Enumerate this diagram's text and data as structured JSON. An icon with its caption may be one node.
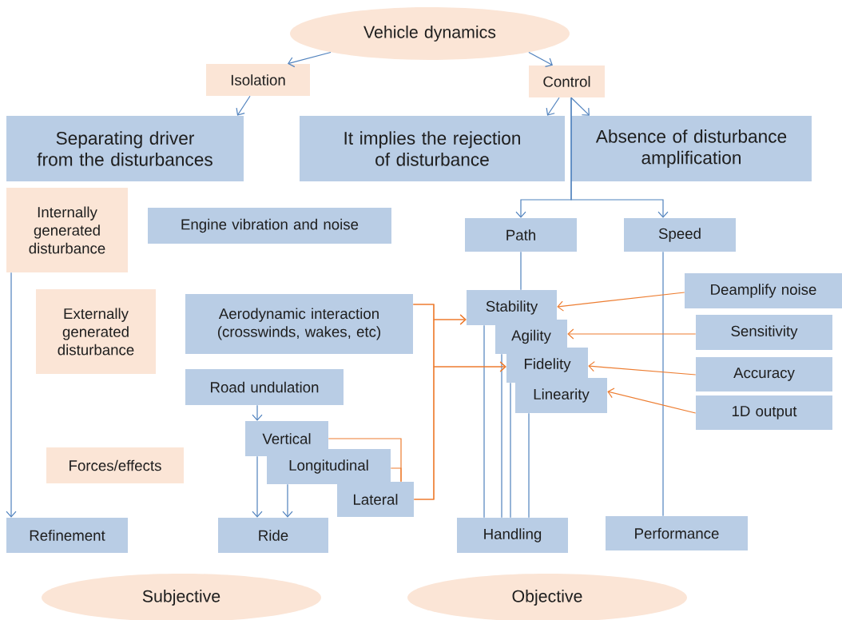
{
  "diagram": {
    "nodes": [
      {
        "text": [
          "Vehicle dynamics"
        ]
      },
      {
        "text": [
          "Isolation"
        ]
      },
      {
        "text": [
          "Control"
        ]
      },
      {
        "text": [
          "Separating driver from the disturbances"
        ]
      },
      {
        "text": [
          "It implies the rejection of disturbance"
        ]
      },
      {
        "text": [
          "Absence of disturbance amplification"
        ]
      },
      {
        "text": [
          "Internally generated disturbance"
        ]
      },
      {
        "text": [
          "Engine vibration and noise"
        ]
      },
      {
        "text": [
          "Path"
        ]
      },
      {
        "text": [
          "Speed"
        ]
      },
      {
        "text": [
          "Externally generated disturbance"
        ]
      },
      {
        "text": [
          "Aerodynamic interaction (crosswinds, wakes, etc)"
        ]
      },
      {
        "text": [
          "Stability"
        ]
      },
      {
        "text": [
          "Deamplify noise"
        ]
      },
      {
        "text": [
          "Agility"
        ]
      },
      {
        "text": [
          "Sensitivity"
        ]
      },
      {
        "text": [
          "Fidelity"
        ]
      },
      {
        "text": [
          "Accuracy"
        ]
      },
      {
        "text": [
          "Road undulation"
        ]
      },
      {
        "text": [
          "Linearity"
        ]
      },
      {
        "text": [
          "1D output"
        ]
      },
      {
        "text": [
          "Vertical"
        ]
      },
      {
        "text": [
          "Forces/effects"
        ]
      },
      {
        "text": [
          "Longitudinal"
        ]
      },
      {
        "text": [
          "Lateral"
        ]
      },
      {
        "text": [
          "Refinement"
        ]
      },
      {
        "text": [
          "Ride"
        ]
      },
      {
        "text": [
          "Handling"
        ]
      },
      {
        "text": [
          "Performance"
        ]
      },
      {
        "text": [
          "Subjective"
        ]
      },
      {
        "text": [
          "Objective"
        ]
      }
    ],
    "edges": [
      {
        "from": 0,
        "to": 1,
        "arrow": "to"
      },
      {
        "from": 0,
        "to": 2,
        "arrow": "to"
      },
      {
        "from": 1,
        "to": 3,
        "arrow": "to"
      },
      {
        "from": 2,
        "to": 4,
        "arrow": "to"
      },
      {
        "from": 2,
        "to": 5,
        "arrow": "to"
      },
      {
        "from": 2,
        "to": 8,
        "arrow": "to"
      },
      {
        "from": 2,
        "to": 9,
        "arrow": "to"
      },
      {
        "from": 6,
        "to": 25,
        "arrow": "to"
      },
      {
        "from": 8,
        "to": 12,
        "arrow": "none"
      },
      {
        "from": 9,
        "to": 28,
        "arrow": "none"
      },
      {
        "from": 13,
        "to": 12,
        "arrow": "to",
        "color": "#ed7d31"
      },
      {
        "from": 15,
        "to": 14,
        "arrow": "to",
        "color": "#ed7d31"
      },
      {
        "from": 17,
        "to": 16,
        "arrow": "to",
        "color": "#ed7d31"
      },
      {
        "from": 20,
        "to": 19,
        "arrow": "to",
        "color": "#ed7d31"
      },
      {
        "from": 12,
        "to": 27,
        "arrow": "none"
      },
      {
        "from": 14,
        "to": 27,
        "arrow": "none"
      },
      {
        "from": 16,
        "to": 27,
        "arrow": "none"
      },
      {
        "from": 19,
        "to": 27,
        "arrow": "none"
      },
      {
        "from": 18,
        "to": 21,
        "arrow": "to"
      },
      {
        "from": 21,
        "to": 26,
        "arrow": "to"
      },
      {
        "from": 23,
        "to": 26,
        "arrow": "to"
      },
      {
        "from": 21,
        "to": 24,
        "arrow": "none",
        "color": "#ed7d31"
      },
      {
        "from": 23,
        "to": 24,
        "arrow": "none",
        "color": "#ed7d31"
      },
      {
        "from": 11,
        "to": 12,
        "arrow": "to",
        "color": "#ed7d31"
      },
      {
        "from": 11,
        "to": 16,
        "arrow": "to",
        "color": "#ed7d31"
      },
      {
        "from": 24,
        "to": 12,
        "arrow": "to",
        "color": "#ed7d31"
      },
      {
        "from": 24,
        "to": 16,
        "arrow": "to",
        "color": "#ed7d31"
      }
    ]
  }
}
